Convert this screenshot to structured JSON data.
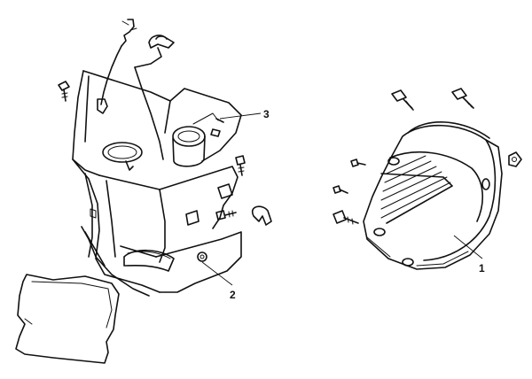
{
  "diagram": {
    "callouts": [
      {
        "id": "part-1",
        "number": "1"
      },
      {
        "id": "part-2",
        "number": "2"
      },
      {
        "id": "part-3",
        "number": "3"
      }
    ],
    "colors": {
      "line": "#111111",
      "background": "#ffffff"
    }
  }
}
